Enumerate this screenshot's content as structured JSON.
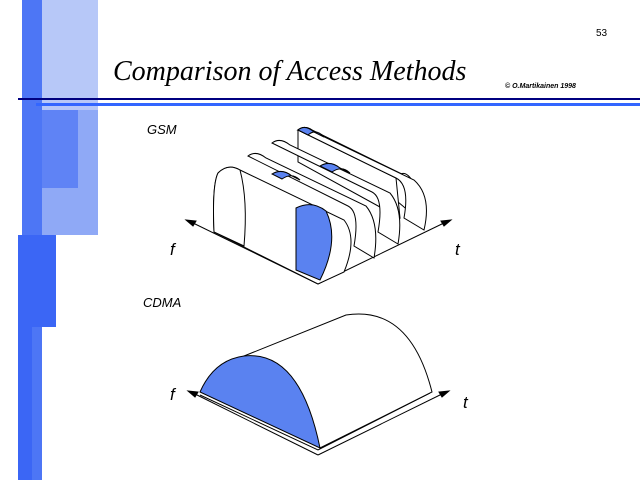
{
  "slide": {
    "number": "53",
    "title": "Comparison of Access Methods",
    "copyright": "© O.Martikainen 1998"
  },
  "gsm": {
    "label": "GSM",
    "axis_f": "f",
    "axis_t": "t"
  },
  "cdma": {
    "label": "CDMA",
    "axis_f": "f",
    "axis_t": "t"
  },
  "colors": {
    "accent": "#5a82f0",
    "sidebar_light": "#a8bdf7",
    "sidebar_mid": "#6d8ff6",
    "sidebar_dark": "#3b66f5",
    "rule_dark": "#000080"
  }
}
